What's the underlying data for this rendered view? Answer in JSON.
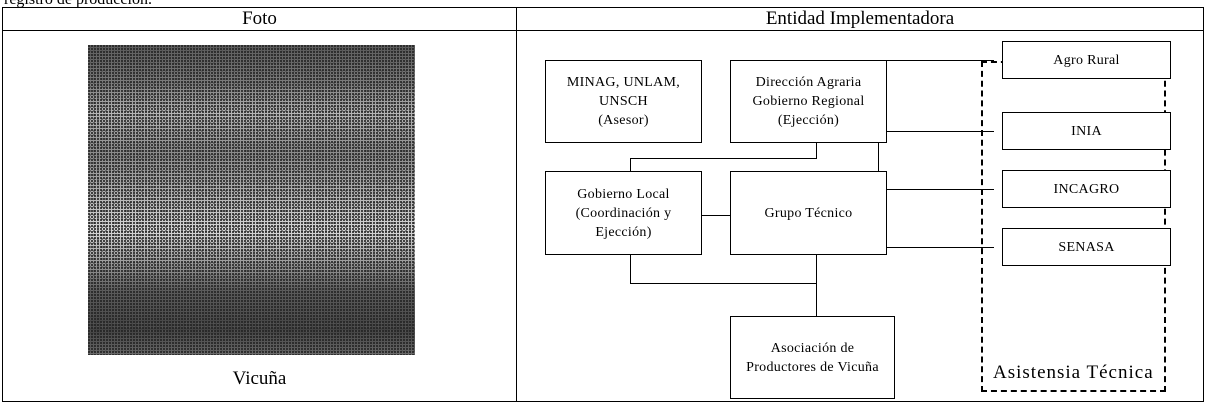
{
  "top_text": "registro de producción.",
  "table": {
    "col1_header": "Foto",
    "col2_header": "Entidad Implementadora"
  },
  "photo": {
    "caption": "Vicuña"
  },
  "org_chart": {
    "boxes": {
      "asesor": "MINAG, UNLAM,\nUNSCH\n(Asesor)",
      "direccion": "Dirección Agraria\nGobierno Regional\n(Ejección)",
      "gob_local": "Gobierno Local\n(Coordinación y\nEjección)",
      "grupo_tecnico": "Grupo Técnico",
      "asociacion": "Asociación de\nProductores de Vicuña",
      "agro_rural": "Agro Rural",
      "inia": "INIA",
      "incagro": "INCAGRO",
      "senasa": "SENASA"
    },
    "group_label": "Asistensia Técnica"
  }
}
